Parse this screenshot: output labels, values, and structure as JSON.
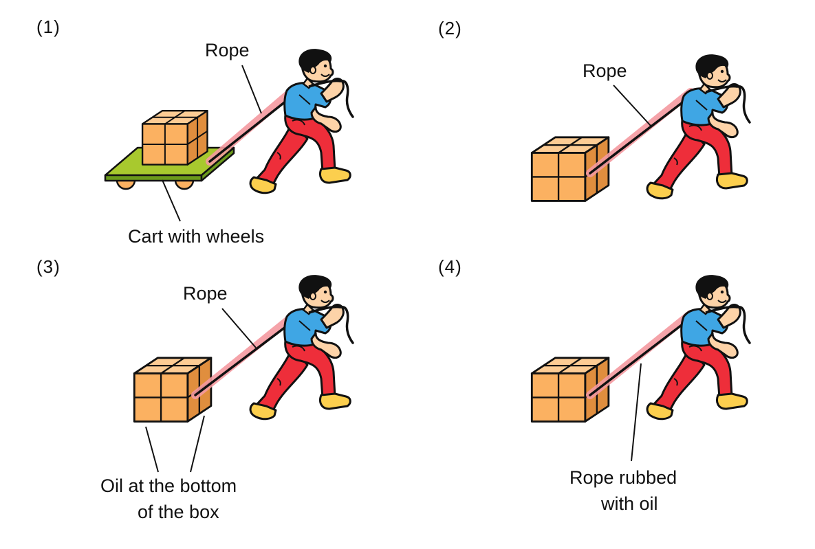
{
  "figure": {
    "colors": {
      "box_front": "#FBB161",
      "box_top": "#FDCC94",
      "box_side": "#E08E3E",
      "cart_top": "#A8C92E",
      "cart_edge": "#6B9A1C",
      "wheel": "#FBB161",
      "shirt": "#3FA6E4",
      "pants": "#EE2E3A",
      "skin": "#FDD3A8",
      "shoe": "#FCCF4E",
      "hair": "#111111",
      "rope_highlight": "#F49AA0",
      "outline": "#111111"
    },
    "panels": [
      {
        "number": "(1)",
        "labels": {
          "rope": "Rope",
          "bottom": "Cart with wheels"
        }
      },
      {
        "number": "(2)",
        "labels": {
          "rope": "Rope"
        }
      },
      {
        "number": "(3)",
        "labels": {
          "rope": "Rope",
          "bottom_line1": "Oil at the bottom",
          "bottom_line2": "of the box"
        }
      },
      {
        "number": "(4)",
        "labels": {
          "bottom_line1": "Rope rubbed",
          "bottom_line2": "with oil"
        }
      }
    ]
  }
}
